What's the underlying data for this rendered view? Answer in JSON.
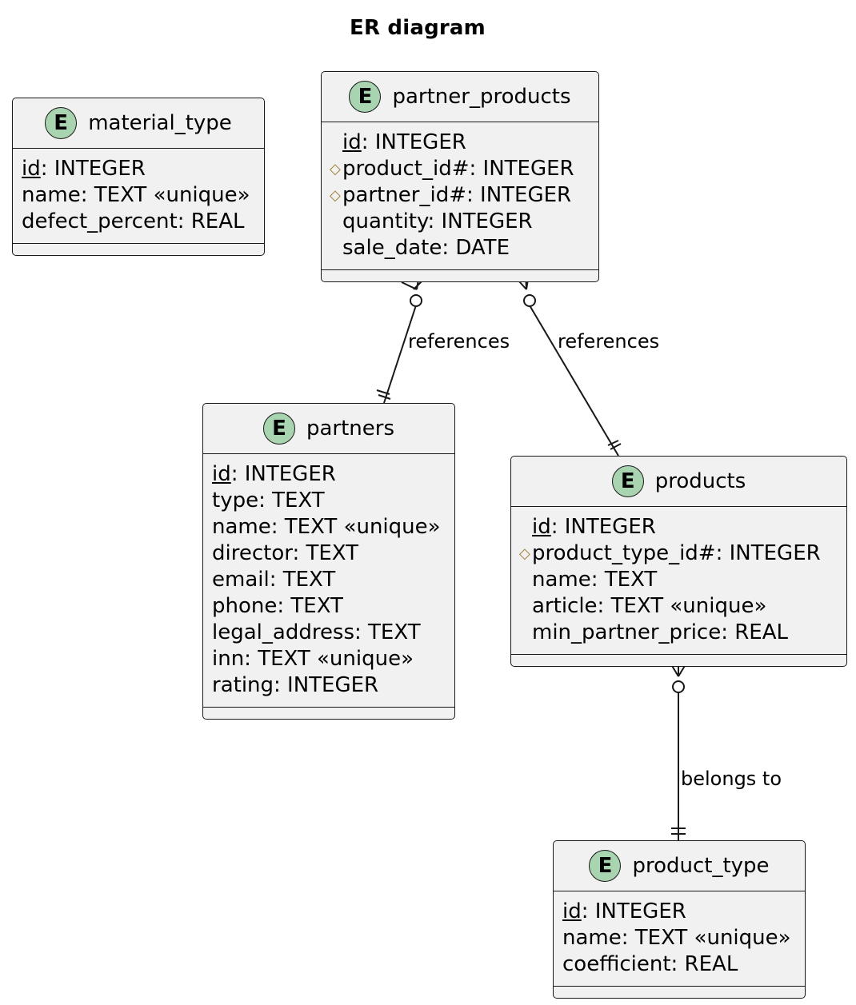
{
  "diagram": {
    "title": "ER diagram",
    "entities": {
      "material_type": {
        "badge": "E",
        "name": "material_type",
        "attrs": [
          {
            "key": "id",
            "rest": ": INTEGER"
          },
          {
            "text": "name: TEXT «unique»"
          },
          {
            "text": "defect_percent: REAL"
          }
        ]
      },
      "partner_products": {
        "badge": "E",
        "name": "partner_products",
        "attrs": [
          {
            "key": "id",
            "rest": ": INTEGER"
          },
          {
            "fk": "◇",
            "text": "product_id#: INTEGER"
          },
          {
            "fk": "◇",
            "text": "partner_id#: INTEGER"
          },
          {
            "text": "quantity: INTEGER"
          },
          {
            "text": "sale_date: DATE"
          }
        ]
      },
      "partners": {
        "badge": "E",
        "name": "partners",
        "attrs": [
          {
            "key": "id",
            "rest": ": INTEGER"
          },
          {
            "text": "type: TEXT"
          },
          {
            "text": "name: TEXT «unique»"
          },
          {
            "text": "director: TEXT"
          },
          {
            "text": "email: TEXT"
          },
          {
            "text": "phone: TEXT"
          },
          {
            "text": "legal_address: TEXT"
          },
          {
            "text": "inn: TEXT «unique»"
          },
          {
            "text": "rating: INTEGER"
          }
        ]
      },
      "products": {
        "badge": "E",
        "name": "products",
        "attrs": [
          {
            "key": "id",
            "rest": ": INTEGER"
          },
          {
            "fk": "◇",
            "text": "product_type_id#: INTEGER"
          },
          {
            "text": "name: TEXT"
          },
          {
            "text": "article: TEXT «unique»"
          },
          {
            "text": "min_partner_price: REAL"
          }
        ]
      },
      "product_type": {
        "badge": "E",
        "name": "product_type",
        "attrs": [
          {
            "key": "id",
            "rest": ": INTEGER"
          },
          {
            "text": "name: TEXT «unique»"
          },
          {
            "text": "coefficient: REAL"
          }
        ]
      }
    },
    "relations": [
      {
        "from": "partner_products",
        "to": "partners",
        "label": "references"
      },
      {
        "from": "partner_products",
        "to": "products",
        "label": "references"
      },
      {
        "from": "products",
        "to": "product_type",
        "label": "belongs to"
      }
    ]
  }
}
